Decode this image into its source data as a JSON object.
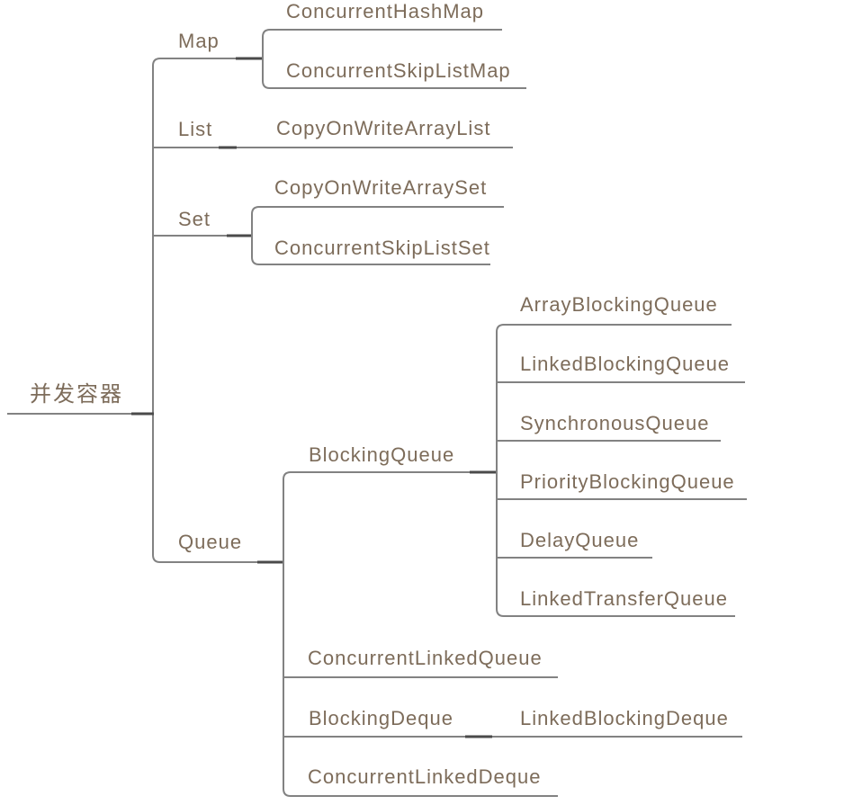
{
  "mindmap": {
    "root": {
      "label": "并发容器"
    },
    "children": [
      {
        "label": "Map",
        "children": [
          {
            "label": "ConcurrentHashMap"
          },
          {
            "label": "ConcurrentSkipListMap"
          }
        ]
      },
      {
        "label": "List",
        "children": [
          {
            "label": "CopyOnWriteArrayList"
          }
        ]
      },
      {
        "label": "Set",
        "children": [
          {
            "label": "CopyOnWriteArraySet"
          },
          {
            "label": "ConcurrentSkipListSet"
          }
        ]
      },
      {
        "label": "Queue",
        "children": [
          {
            "label": "BlockingQueue",
            "children": [
              {
                "label": "ArrayBlockingQueue"
              },
              {
                "label": "LinkedBlockingQueue"
              },
              {
                "label": "SynchronousQueue"
              },
              {
                "label": "PriorityBlockingQueue"
              },
              {
                "label": "DelayQueue"
              },
              {
                "label": "LinkedTransferQueue"
              }
            ]
          },
          {
            "label": "ConcurrentLinkedQueue"
          },
          {
            "label": "BlockingDeque",
            "children": [
              {
                "label": "LinkedBlockingDeque"
              }
            ]
          },
          {
            "label": "ConcurrentLinkedDeque"
          }
        ]
      }
    ]
  },
  "colors": {
    "background": "#ffffff",
    "branch_line": "#828282",
    "junction_stub": "#4a4a4a",
    "node_text": "#7d6c5a"
  }
}
